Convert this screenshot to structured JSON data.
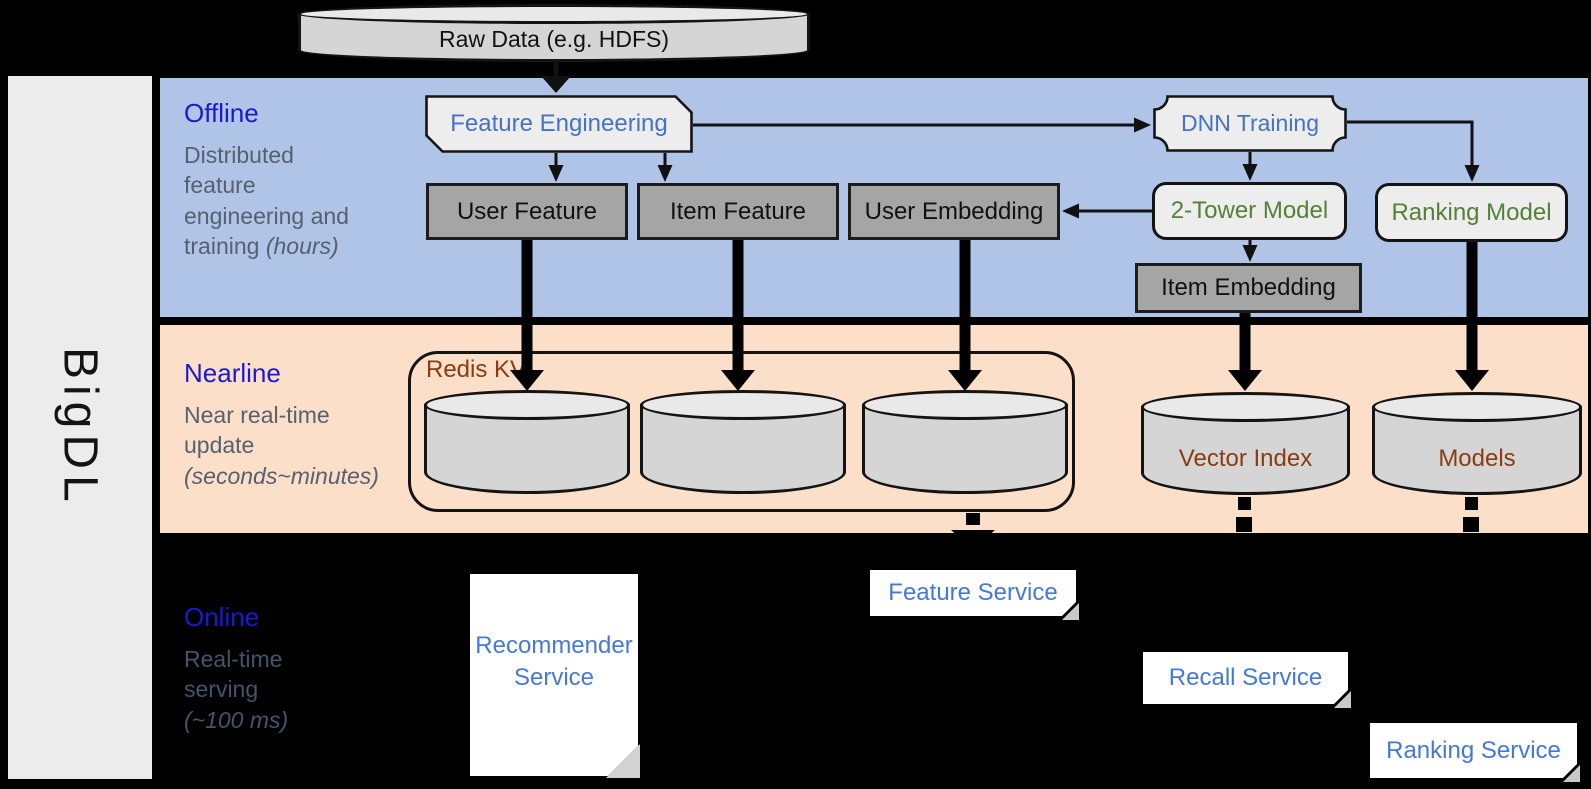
{
  "brand": "BigDL",
  "colors": {
    "band-offline": "#b0c4e8",
    "band-nearline": "#fbdfc8",
    "title-blue": "#1a1ace",
    "desc-gray": "#57616e",
    "node-blue": "#4472c4",
    "node-green": "#538135",
    "node-brown": "#8a3c10",
    "service-blue": "#4579d8",
    "box-gray": "#a5a5a5",
    "box-light": "#ededed"
  },
  "datastore": {
    "raw_data": "Raw Data (e.g. HDFS)"
  },
  "sections": {
    "offline": {
      "title": "Offline",
      "desc": "Distributed feature engineering and training",
      "desc_italic": "(hours)"
    },
    "nearline": {
      "title": "Nearline",
      "desc": "Near real-time update",
      "desc_italic": "(seconds~minutes)"
    },
    "online": {
      "title": "Online",
      "desc": "Real-time serving",
      "desc_italic": "(~100 ms)"
    }
  },
  "nodes": {
    "feature_engineering": "Feature Engineering",
    "dnn_training": "DNN Training",
    "user_feature": "User Feature",
    "item_feature": "Item Feature",
    "user_embedding": "User Embedding",
    "two_tower_model": "2-Tower Model",
    "ranking_model": "Ranking Model",
    "item_embedding": "Item Embedding",
    "redis_kv": "Redis KV",
    "vector_index": "Vector Index",
    "models": "Models",
    "recommender_service": "Recommender Service",
    "feature_service": "Feature Service",
    "recall_service": "Recall Service",
    "ranking_service": "Ranking Service"
  }
}
